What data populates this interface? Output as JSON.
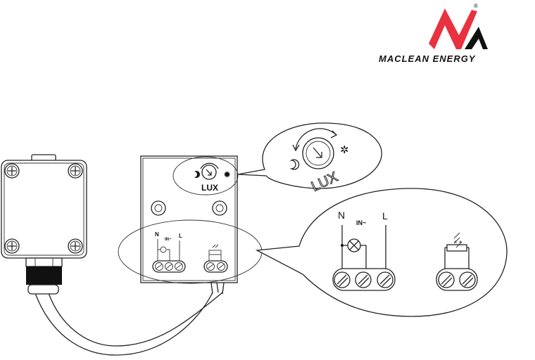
{
  "logo": {
    "brand_name": "MACLEAN ENERGY",
    "registered_mark": "®",
    "colors": {
      "red": "#e8323f",
      "black": "#111111"
    }
  },
  "device": {
    "knob_label": "LUX",
    "terminal_labels": {
      "neutral": "N",
      "load": "IN~",
      "live": "L"
    }
  },
  "callout_knob": {
    "label": "LUX",
    "icons": [
      "moon-icon",
      "sun-icon",
      "rotate-arrows-icon"
    ]
  },
  "callout_terminals": {
    "labels": {
      "neutral": "N",
      "load": "IN~",
      "live": "L"
    },
    "icons": [
      "lamp-icon",
      "photoresistor-icon",
      "screw-terminal-icon"
    ]
  }
}
